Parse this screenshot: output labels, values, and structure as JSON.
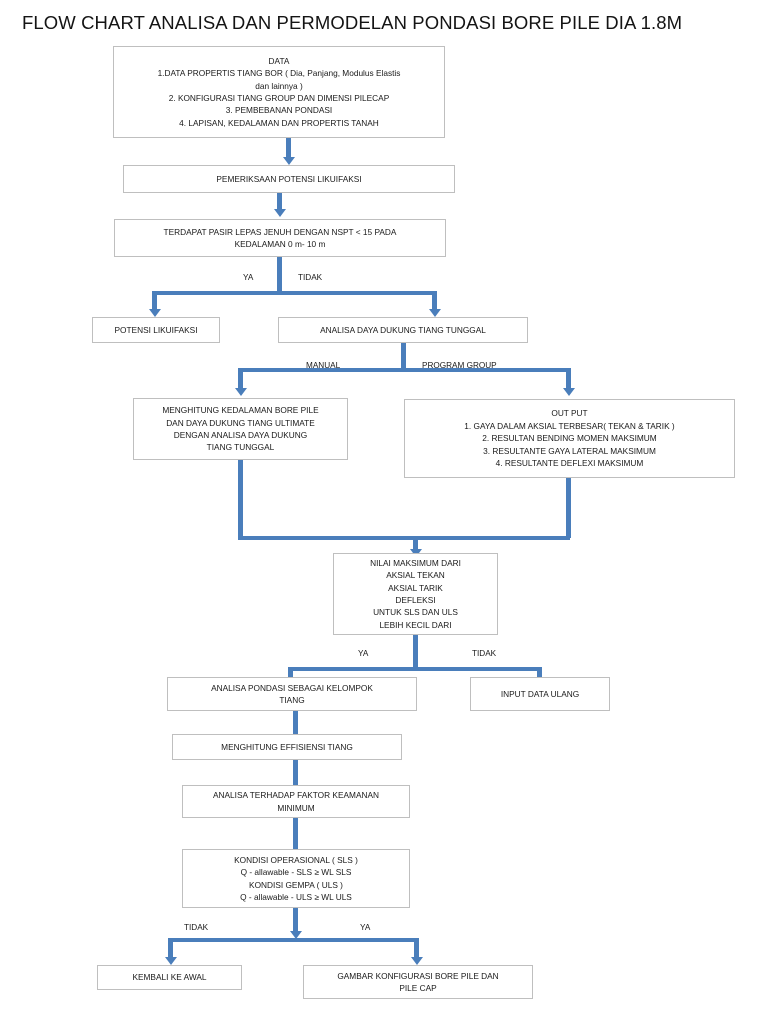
{
  "page": {
    "title": "FLOW CHART ANALISA DAN PERMODELAN PONDASI BORE PILE DIA 1.8M",
    "connector_color": "#4a7ebb",
    "box_border_color": "#bfbfbf",
    "background": "#ffffff"
  },
  "nodes": {
    "data_input": "DATA\n1.DATA PROPERTIS TIANG BOR ( Dia, Panjang, Modulus Elastis\ndan lainnya )\n2. KONFIGURASI TIANG GROUP DAN DIMENSI PILECAP\n3. PEMBEBANAN PONDASI\n4. LAPISAN, KEDALAMAN DAN PROPERTIS TANAH",
    "pemeriksaan": "PEMERIKSAAN POTENSI LIKUIFAKSI",
    "terdapat_pasir": "TERDAPAT PASIR LEPAS JENUH DENGAN NSPT < 15 PADA\nKEDALAMAN 0 m- 10 m",
    "potensi_likuifaksi": "POTENSI LIKUIFAKSI",
    "analisa_daya_dukung": "ANALISA DAYA DUKUNG TIANG TUNGGAL",
    "menghitung_kedalaman": "MENGHITUNG KEDALAMAN BORE PILE\nDAN DAYA DUKUNG TIANG ULTIMATE\nDENGAN ANALISA DAYA DUKUNG\nTIANG TUNGGAL",
    "out_put": "OUT PUT\n1. GAYA DALAM AKSIAL TERBESAR( TEKAN & TARIK )\n2. RESULTAN BENDING MOMEN MAKSIMUM\n3. RESULTANTE GAYA LATERAL MAKSIMUM\n4. RESULTANTE DEFLEXI MAKSIMUM",
    "nilai_maksimum": "NILAI MAKSIMUM DARI\nAKSIAL TEKAN\nAKSIAL TARIK\nDEFLEKSI\nUNTUK SLS DAN ULS\nLEBIH KECIL DARI",
    "analisa_kelompok": "ANALISA PONDASI SEBAGAI KELOMPOK\nTIANG",
    "input_data_ulang": "INPUT DATA ULANG",
    "menghitung_effisiensi": "MENGHITUNG EFFISIENSI TIANG",
    "analisa_faktor_keamanan": "ANALISA TERHADAP FAKTOR KEAMANAN\nMINIMUM",
    "kondisi": "KONDISI OPERASIONAL ( SLS )\nQ - allawable - SLS  ≥ WL SLS\nKONDISI GEMPA ( ULS )\nQ - allawable - ULS  ≥ WL ULS",
    "kembali_ke_awal": "KEMBALI KE AWAL",
    "gambar_konfigurasi": "GAMBAR KONFIGURASI BORE PILE DAN\nPILE CAP"
  },
  "branch_labels": {
    "likuifaksi_ya": "YA",
    "likuifaksi_tidak": "TIDAK",
    "metode_manual": "MANUAL",
    "metode_program_group": "PROGRAM GROUP",
    "nilai_ya": "YA",
    "nilai_tidak": "TIDAK",
    "kondisi_tidak": "TIDAK",
    "kondisi_ya": "YA"
  }
}
